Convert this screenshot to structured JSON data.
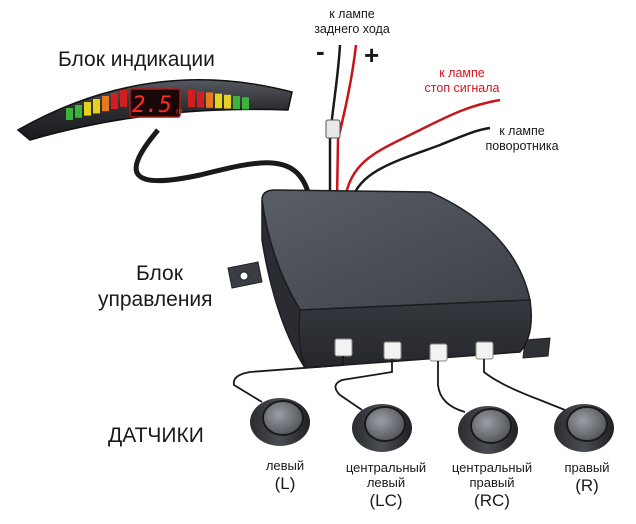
{
  "display_unit": {
    "title": "Блок индикации",
    "readout": "2.5",
    "unit": "m",
    "bar_colors": [
      "#3cb43c",
      "#e6d21e",
      "#e6781e",
      "#d21e1e"
    ]
  },
  "control_unit": {
    "title_line1": "Блок",
    "title_line2": "управления"
  },
  "wires": {
    "reverse_lamp": {
      "line1": "к лампе",
      "line2": "заднего хода",
      "minus": "-",
      "plus": "+"
    },
    "brake_lamp": {
      "line1": "к лампе",
      "line2": "стоп сигнала",
      "color": "#d4141a"
    },
    "turn_lamp": {
      "line1": "к лампе",
      "line2": "поворотника"
    }
  },
  "sensors": {
    "title": "ДАТЧИКИ",
    "items": [
      {
        "line1": "левый",
        "line2": "",
        "code": "(L)"
      },
      {
        "line1": "центральный",
        "line2": "левый",
        "code": "(LC)"
      },
      {
        "line1": "центральный",
        "line2": "правый",
        "code": "(RC)"
      },
      {
        "line1": "правый",
        "line2": "",
        "code": "(R)"
      }
    ]
  }
}
